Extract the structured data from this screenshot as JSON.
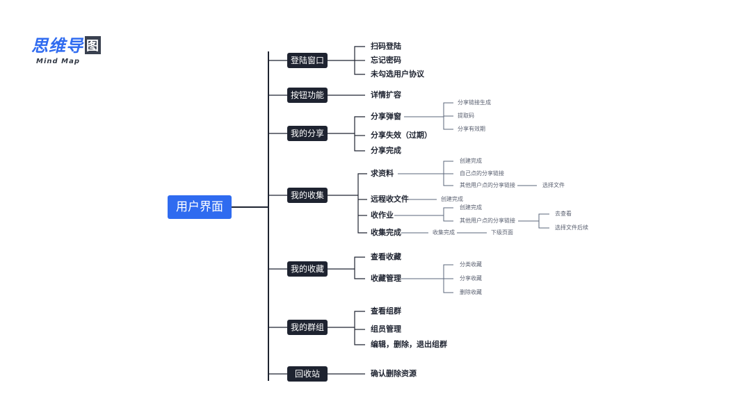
{
  "logo": {
    "title": "思维导",
    "box": "图",
    "subtitle": "Mind  Map"
  },
  "root": "用户界面",
  "branches": [
    {
      "label": "登陆窗口",
      "children": [
        "扫码登陆",
        "忘记密码",
        "未勾选用户协议"
      ]
    },
    {
      "label": "按钮功能",
      "children": [
        "详情扩容"
      ]
    },
    {
      "label": "我的分享",
      "children": [
        "分享弹窗",
        "分享失效（过期）",
        "分享完成"
      ],
      "sub": {
        "share_popup": [
          "分享链接生成",
          "提取码",
          "分享有效期"
        ]
      }
    },
    {
      "label": "我的收集",
      "children": [
        "求资料",
        "远程收文件",
        "收作业",
        "收集完成"
      ],
      "sub": {
        "request": [
          "创建完成",
          "自己点的分享链接",
          "其他用户点的分享链接"
        ],
        "request_other": "选择文件",
        "remote": "创建完成",
        "homework": [
          "创建完成",
          "其他用户点的分享链接"
        ],
        "homework_other": [
          "去查看",
          "选择文件后续"
        ],
        "done": "收集完成",
        "done_next": "下级页面"
      }
    },
    {
      "label": "我的收藏",
      "children": [
        "查看收藏",
        "收藏管理"
      ],
      "sub": {
        "manage": [
          "分类收藏",
          "分享收藏",
          "删除收藏"
        ]
      }
    },
    {
      "label": "我的群组",
      "children": [
        "查看组群",
        "组员管理",
        "编辑，删除，退出组群"
      ]
    },
    {
      "label": "回收站",
      "children": [
        "确认删除资源"
      ]
    }
  ],
  "colors": {
    "accent": "#2f6bf0",
    "dark": "#1e2330",
    "line": "#5a6478"
  }
}
